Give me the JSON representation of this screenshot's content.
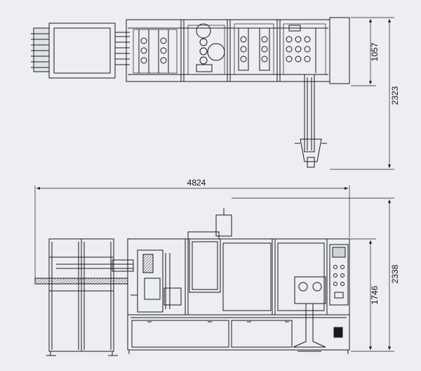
{
  "drawing": {
    "background": "#eceef3",
    "line_color": "#1a1a1a",
    "dimensions": {
      "top_width": "1057",
      "top_total": "2323",
      "overall_length": "4824",
      "front_height": "1746",
      "overall_height": "2338"
    }
  }
}
